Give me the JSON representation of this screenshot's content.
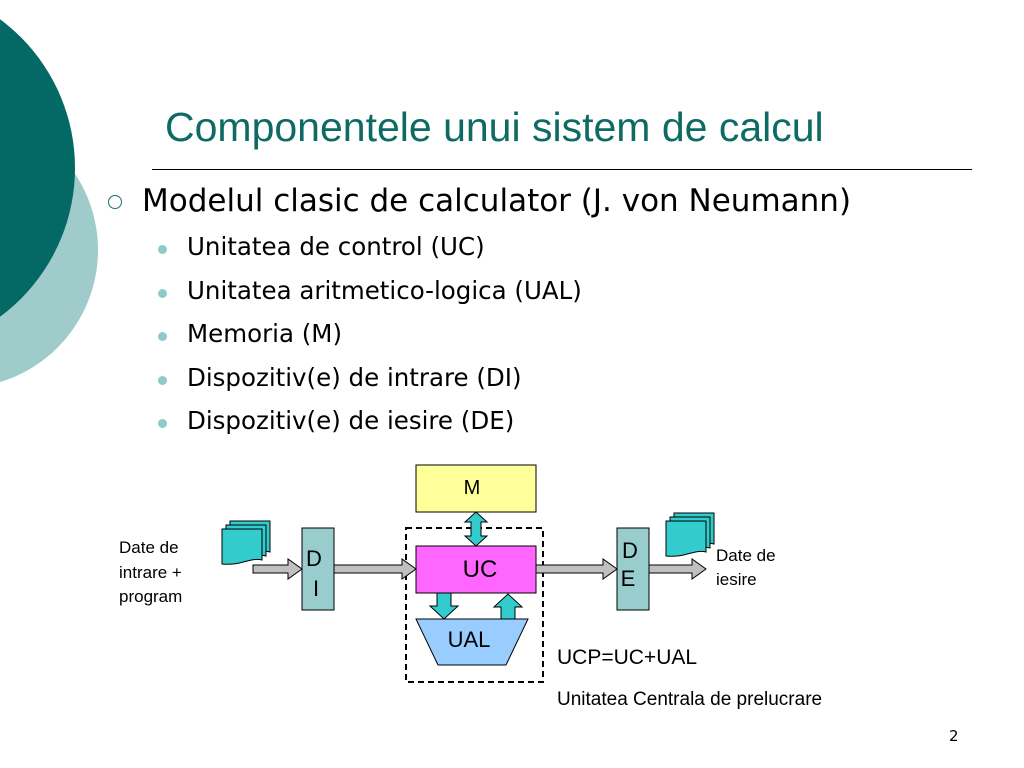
{
  "slide": {
    "title": "Componentele unui sistem de calcul",
    "heading": "Modelul clasic de calculator (J. von Neumann)",
    "bullets": [
      "Unitatea de control (UC)",
      "Unitatea aritmetico-logica (UAL)",
      "Memoria (M)",
      "Dispozitiv(e) de intrare (DI)",
      "Dispozitiv(e) de iesire (DE)"
    ],
    "page_number": "2"
  },
  "diagram": {
    "memory_label": "M",
    "uc_label": "UC",
    "ual_label": "UAL",
    "di_letter_1": "D",
    "di_letter_2": "I",
    "de_letter_1": "D",
    "de_letter_2": "E",
    "input_caption": [
      "Date de",
      "intrare +",
      "program"
    ],
    "output_caption": [
      "Date de",
      "iesire"
    ],
    "ucp_formula": "UCP=UC+UAL",
    "ucp_full_name": "Unitatea Centrala de prelucrare"
  },
  "colors": {
    "title": "#0e6b63",
    "deco_dark": "#046865",
    "deco_light": "#9fcbcb",
    "memory_fill": "#ffff99",
    "uc_fill": "#ff66ff",
    "ual_fill": "#99ccff",
    "device_fill": "#99cccc",
    "arrow_teal": "#33cccc",
    "arrow_gray": "#c0c0c0",
    "document_fill": "#33cccc"
  }
}
